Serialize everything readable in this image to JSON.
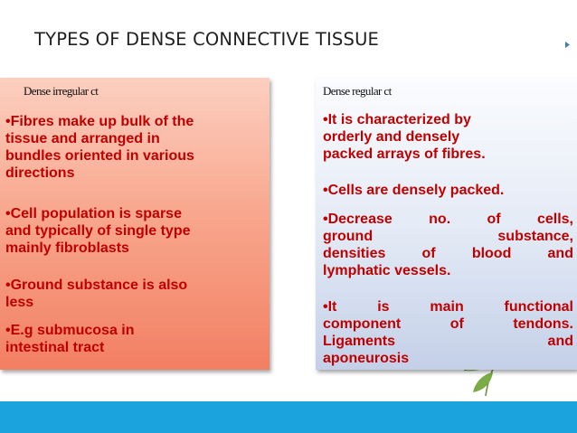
{
  "slide": {
    "title": "TYPES OF DENSE CONNECTIVE TISSUE",
    "colors": {
      "accent_band": "#1aa3dc",
      "bullet_text": "#c00000"
    }
  },
  "left_panel": {
    "heading": "Dense irregular ct",
    "bullets": [
      "•Fibres make up bulk of the\ntissue and arranged in\nbundles oriented in various\ndirections",
      "•Cell population is sparse\nand typically of single type\nmainly fibroblasts",
      "•Ground substance is also\nless",
      "•E.g submucosa in\nintestinal tract"
    ]
  },
  "right_panel": {
    "heading": "Dense regular ct",
    "bullets": [
      "•It is characterized by\norderly and densely\npacked arrays of fibres.",
      "•Cells are densely packed.",
      "•Decrease no. of cells,\nground substance,\ndensities of blood and\nlymphatic vessels.",
      "•It is main functional\ncomponent of tendons.\nLigaments and\naponeurosis"
    ]
  },
  "decor": {
    "image": "leaf-sprout-icon"
  }
}
